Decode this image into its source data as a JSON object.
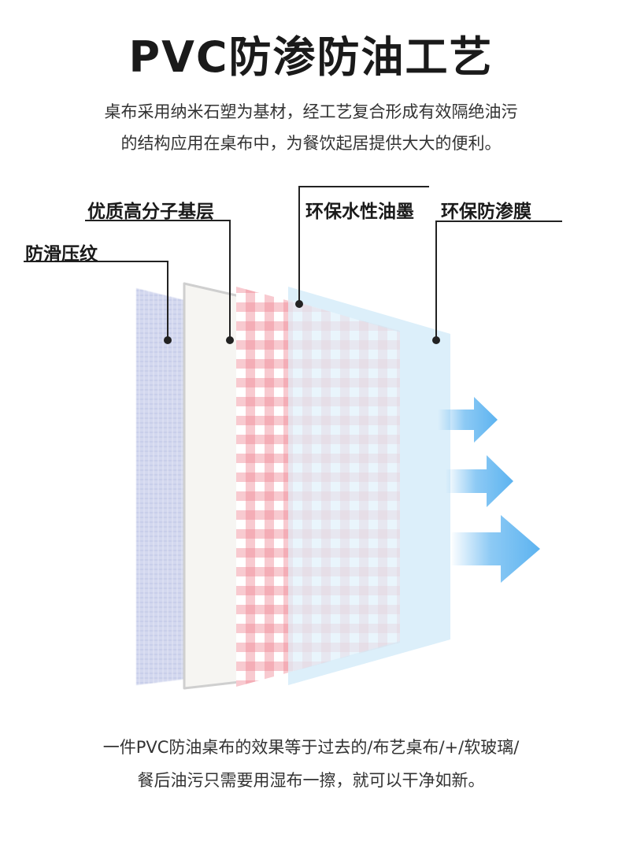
{
  "title": "PVC防渗防油工艺",
  "intro": {
    "line1": "桌布采用纳米石塑为基材，经工艺复合形成有效隔绝油污",
    "line2": "的结构应用在桌布中，为餐饮起居提供大大的便利。"
  },
  "layers": {
    "anti_slip": "防滑压纹",
    "base": "优质高分子基层",
    "ink": "环保水性油墨",
    "film": "环保防渗膜"
  },
  "footer": {
    "line1": "一件PVC防油桌布的效果等于过去的/布艺桌布/+/软玻璃/",
    "line2": "餐后油污只需要用湿布一擦，就可以干净如新。"
  },
  "colors": {
    "check_pink": "#f08a98",
    "film_blue": "#cfeaf7",
    "arrow_blue": "#5cb3f0",
    "texture_lavender": "#d3d8ef"
  }
}
